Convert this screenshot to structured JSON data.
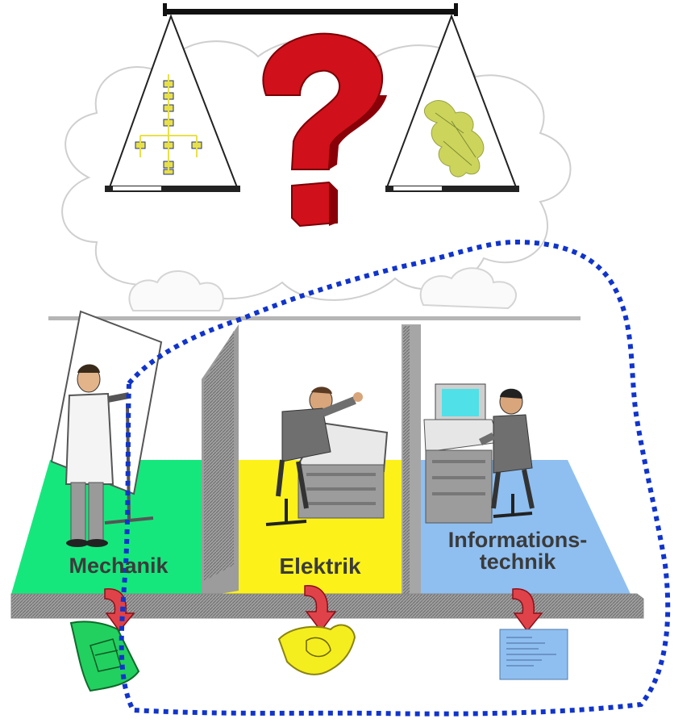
{
  "departments": [
    {
      "label": "Mechanik",
      "color": "#16e77d"
    },
    {
      "label": "Elektrik",
      "color": "#fcf21a"
    },
    {
      "label": "Informations-\ntechnik",
      "color": "#8fbff1"
    }
  ],
  "question_mark_color": "#d0101a",
  "boundary_color": "#1034cc",
  "floor_color": "#8f8f8f"
}
